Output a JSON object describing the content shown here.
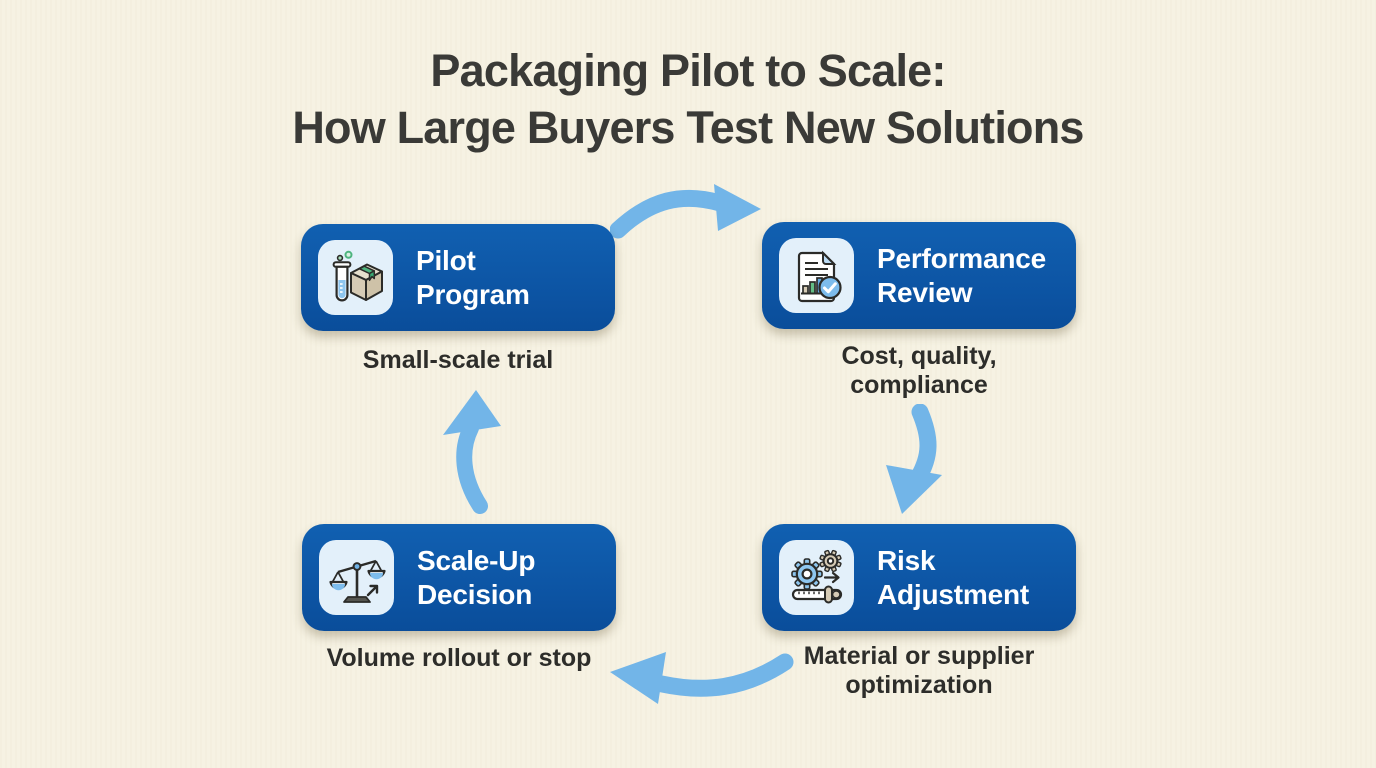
{
  "title": {
    "line1": "Packaging Pilot to Scale:",
    "line2": "How Large Buyers Test New Solutions"
  },
  "nodes": [
    {
      "id": "pilot-program",
      "title1": "Pilot",
      "title2": "Program",
      "caption1": "Small-scale trial",
      "caption2": "",
      "icon": "test-tube-and-box"
    },
    {
      "id": "performance-review",
      "title1": "Performance",
      "title2": "Review",
      "caption1": "Cost, quality,",
      "caption2": "compliance",
      "icon": "report-with-checkmark"
    },
    {
      "id": "risk-adjustment",
      "title1": "Risk",
      "title2": "Adjustment",
      "caption1": "Material or supplier",
      "caption2": "optimization",
      "icon": "gears-and-slider"
    },
    {
      "id": "scale-up-decision",
      "title1": "Scale-Up",
      "title2": "Decision",
      "caption1": "Volume rollout or stop",
      "caption2": "",
      "icon": "balance-scale-with-arrow"
    }
  ],
  "arrows": [
    {
      "from": "Pilot Program",
      "to": "Performance Review",
      "direction": "right"
    },
    {
      "from": "Performance Review",
      "to": "Risk Adjustment",
      "direction": "down"
    },
    {
      "from": "Risk Adjustment",
      "to": "Scale-Up Decision",
      "direction": "left"
    },
    {
      "from": "Scale-Up Decision",
      "to": "Pilot Program",
      "direction": "up"
    }
  ],
  "colors": {
    "background": "#f6f2e3",
    "node_blue": "#0d57a6",
    "arrow_blue": "#72b5e8",
    "icon_tile": "#e3f0fa",
    "title_text": "#3a3a37",
    "caption_text": "#2d2d2a",
    "node_text": "#ffffff"
  }
}
